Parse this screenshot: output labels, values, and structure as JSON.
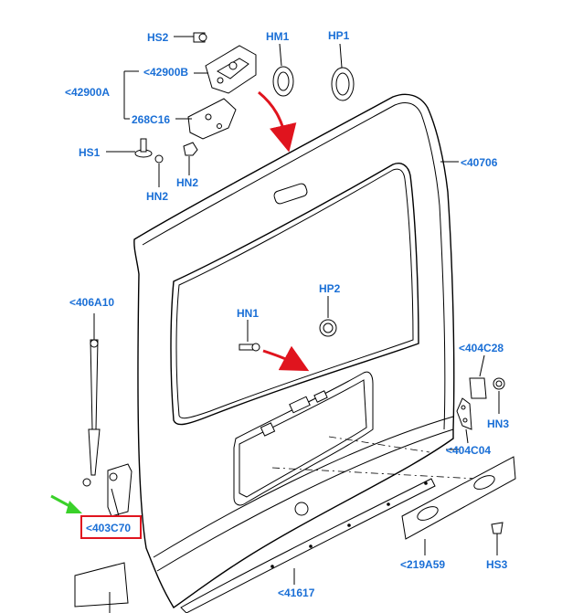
{
  "callouts": {
    "hs2": "HS2",
    "hm1": "HM1",
    "hp1": "HP1",
    "c42900b": "<42900B",
    "c42900a": "<42900A",
    "c268c16": "268C16",
    "hs1": "HS1",
    "hn2a": "HN2",
    "hn2b": "HN2",
    "c40706": "<40706",
    "c406a10": "<406A10",
    "hp2": "HP2",
    "hn1": "HN1",
    "c404c28": "<404C28",
    "hn3": "HN3",
    "c404c04": "<404C04",
    "c403c70": "<403C70",
    "c219a59": "<219A59",
    "hs3": "HS3",
    "c41617": "<41617"
  },
  "colors": {
    "label": "#1a6fd6",
    "highlight_box": "#e0141e",
    "red_arrow": "#e0141e",
    "green_arrow": "#3ad12a"
  }
}
